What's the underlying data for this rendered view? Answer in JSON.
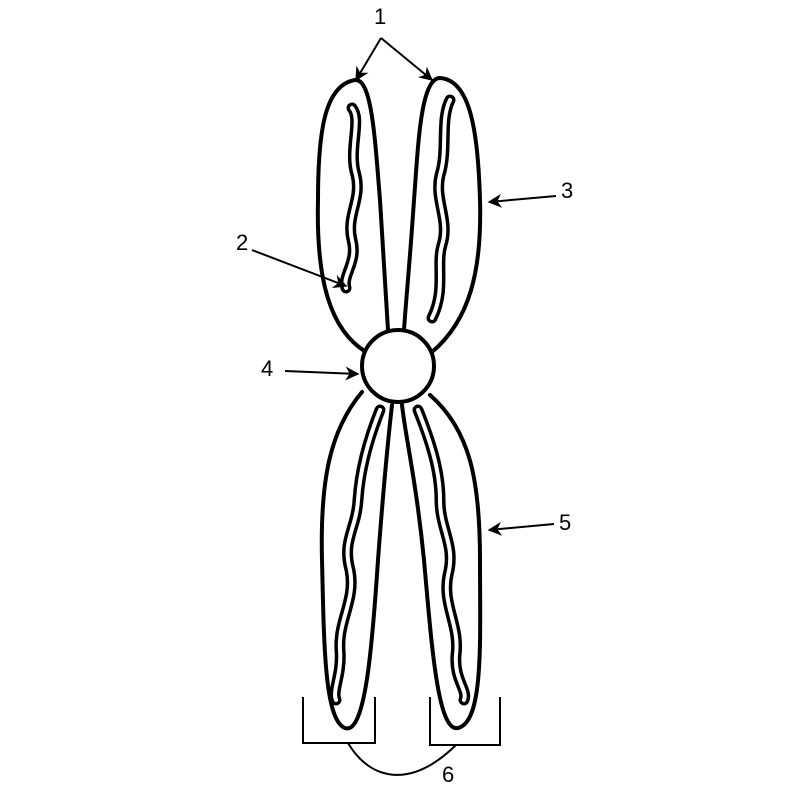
{
  "diagram": {
    "subject": "chromosome",
    "labels": [
      "1",
      "2",
      "3",
      "4",
      "5",
      "6"
    ],
    "colors": {
      "line": "#000000",
      "background": "#ffffff"
    }
  }
}
